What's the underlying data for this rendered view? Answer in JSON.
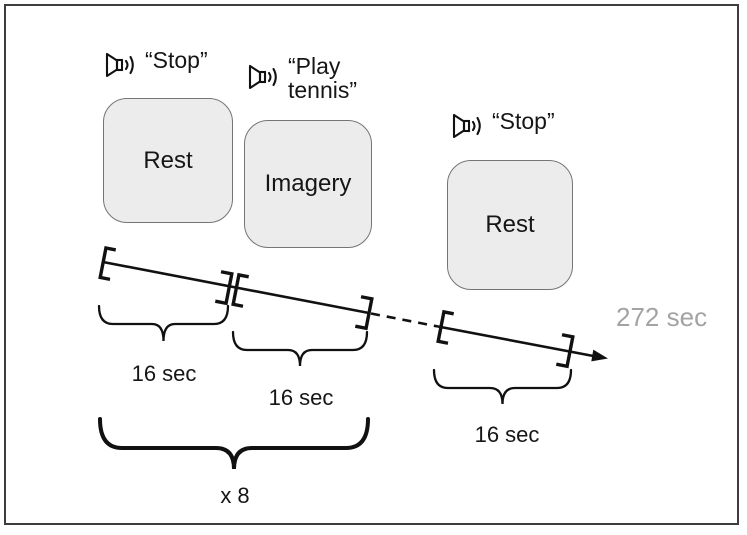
{
  "figure": {
    "cues": {
      "cue1": "“Stop”",
      "cue2": "“Play\ntennis”",
      "cue3": "“Stop”"
    },
    "blocks": {
      "rest1": "Rest",
      "imagery": "Imagery",
      "rest2": "Rest"
    },
    "durations": {
      "segment1": "16 sec",
      "segment2": "16 sec",
      "segment3": "16 sec"
    },
    "repeat_label": "x 8",
    "total_duration": "272 sec",
    "colors": {
      "block_fill": "#ececec",
      "block_border": "#757575",
      "line": "#111111",
      "total_text": "#a3a3a3",
      "frame_border": "#3d3d3d"
    }
  }
}
